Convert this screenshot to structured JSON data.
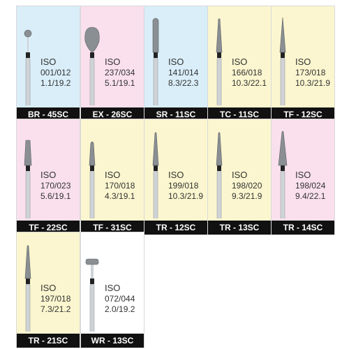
{
  "colors": {
    "blue": "#d9eef9",
    "pink": "#f9e0ec",
    "yellow": "#fbf6cf",
    "white": "#ffffff",
    "label_bg": "#111111",
    "label_text": "#ffffff",
    "bur_shank": "#cfd3d6",
    "bur_neck": "#222222",
    "bur_diamond": "#8a8f93"
  },
  "burs": [
    {
      "code": "BR - 45SC",
      "iso_label": "ISO",
      "iso": "001/012",
      "dims": "1.1/19.2",
      "bg": "blue",
      "shape": "ball-icon"
    },
    {
      "code": "EX - 26SC",
      "iso_label": "ISO",
      "iso": "237/034",
      "dims": "5.1/19.1",
      "bg": "pink",
      "shape": "pear-icon"
    },
    {
      "code": "SR - 11SC",
      "iso_label": "ISO",
      "iso": "141/014",
      "dims": "8.3/22.3",
      "bg": "blue",
      "shape": "round-end-cylinder-icon"
    },
    {
      "code": "TC - 11SC",
      "iso_label": "ISO",
      "iso": "166/018",
      "dims": "10.3/22.1",
      "bg": "yellow",
      "shape": "tapered-cone-icon"
    },
    {
      "code": "TF - 12SC",
      "iso_label": "ISO",
      "iso": "173/018",
      "dims": "10.3/21.9",
      "bg": "yellow",
      "shape": "flame-taper-icon"
    },
    {
      "code": "TF - 22SC",
      "iso_label": "ISO",
      "iso": "170/023",
      "dims": "5.6/19.1",
      "bg": "pink",
      "shape": "short-taper-icon"
    },
    {
      "code": "TF - 31SC",
      "iso_label": "ISO",
      "iso": "170/018",
      "dims": "4.3/19.1",
      "bg": "yellow",
      "shape": "small-taper-icon"
    },
    {
      "code": "TR - 12SC",
      "iso_label": "ISO",
      "iso": "199/018",
      "dims": "10.3/21.9",
      "bg": "yellow",
      "shape": "taper-round-icon"
    },
    {
      "code": "TR - 13SC",
      "iso_label": "ISO",
      "iso": "198/020",
      "dims": "9.3/21.9",
      "bg": "yellow",
      "shape": "taper-round-icon"
    },
    {
      "code": "TR - 14SC",
      "iso_label": "ISO",
      "iso": "198/024",
      "dims": "9.4/22.1",
      "bg": "pink",
      "shape": "wide-taper-icon"
    },
    {
      "code": "TR - 21SC",
      "iso_label": "ISO",
      "iso": "197/018",
      "dims": "7.3/21.2",
      "bg": "yellow",
      "shape": "taper-round-icon"
    },
    {
      "code": "WR - 13SC",
      "iso_label": "ISO",
      "iso": "072/044",
      "dims": "2.0/19.2",
      "bg": "white",
      "shape": "wheel-icon"
    }
  ]
}
